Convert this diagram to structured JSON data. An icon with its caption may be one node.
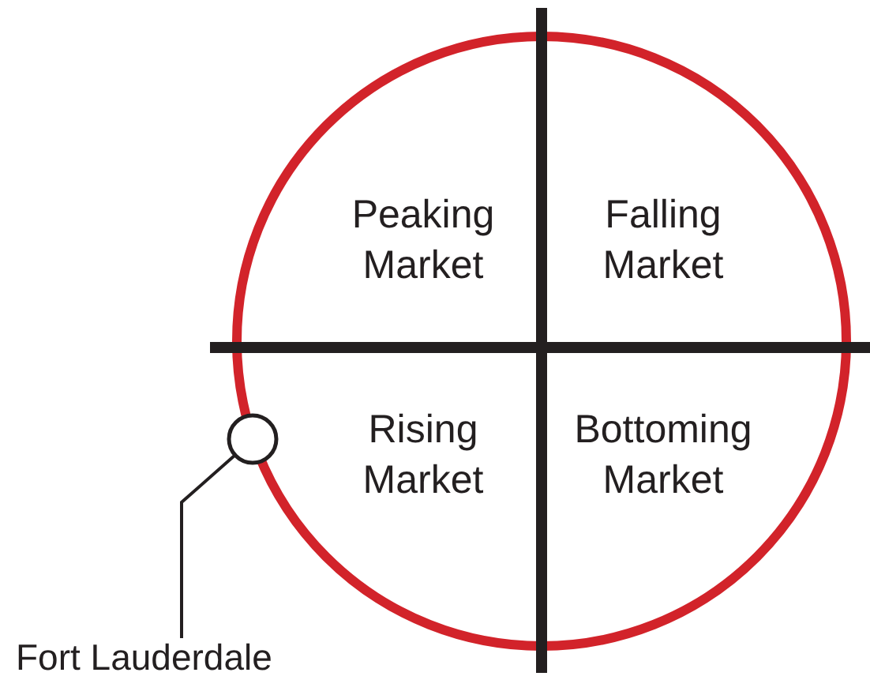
{
  "diagram": {
    "nodes": [
      {
        "text": [
          "Fort Lauderdale"
        ]
      },
      {
        "text": [],
        "shape": "circle"
      }
    ],
    "edges": [
      {
        "from": 0,
        "to": 1,
        "arrow": "none"
      }
    ],
    "labels": [
      "Peaking Market",
      "Falling Market",
      "Rising Market",
      "Bottoming Market"
    ]
  }
}
